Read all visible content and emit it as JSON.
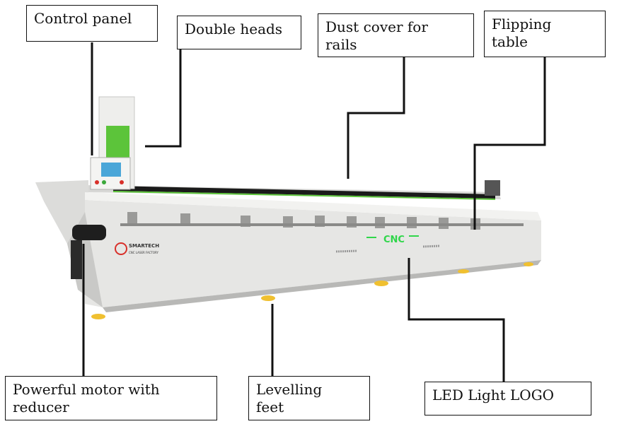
{
  "labels": {
    "control_panel": "Control panel",
    "double_heads": "Double heads",
    "dust_cover": "Dust cover for\nrails",
    "flipping_table": "Flipping\ntable",
    "motor": "Powerful motor with\nreducer",
    "levelling_feet": "Levelling\nfeet",
    "led_logo": "LED Light LOGO"
  },
  "machine": {
    "brand": "SMARTECH",
    "brand_sub": "CNC LASER FACTORY",
    "led_text": "CNC"
  },
  "colors": {
    "body": "#e6e6e4",
    "body_shade": "#c9c9c7",
    "head_green": "#5cc43a",
    "led_green": "#2fd64a",
    "feet": "#f0c030",
    "brand_red": "#d8302a"
  }
}
